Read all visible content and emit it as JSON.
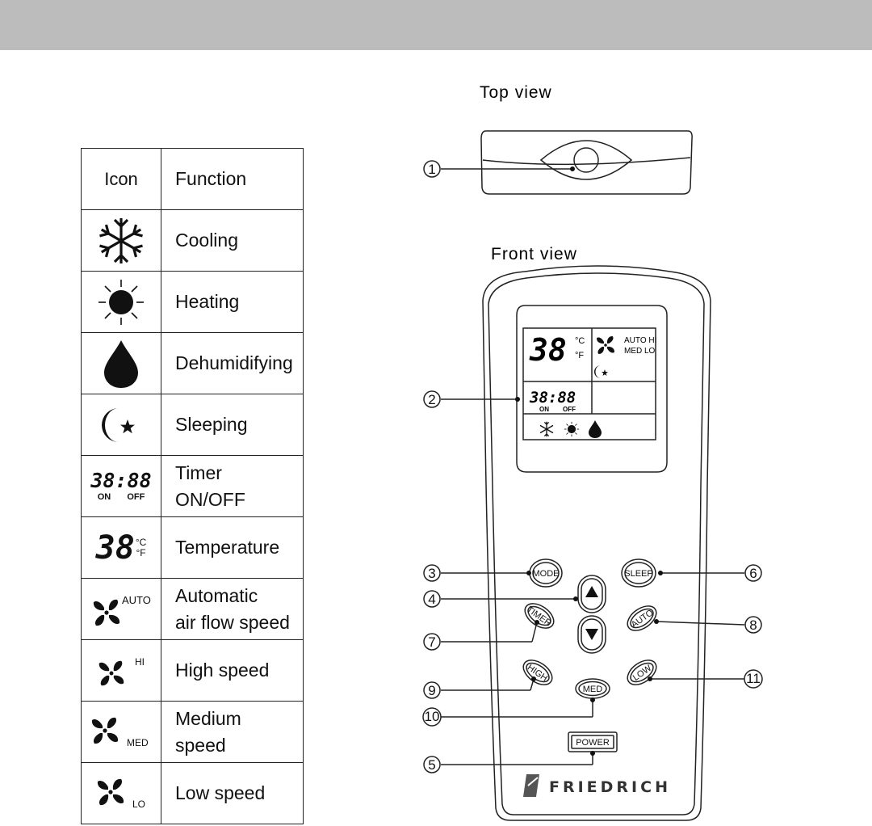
{
  "table": {
    "header": {
      "icon": "Icon",
      "function": "Function"
    },
    "rows": [
      {
        "icon": "snowflake-icon",
        "function": "Cooling"
      },
      {
        "icon": "sun-icon",
        "function": "Heating"
      },
      {
        "icon": "water-drop-icon",
        "function": "Dehumidifying"
      },
      {
        "icon": "moon-star-icon",
        "function": "Sleeping"
      },
      {
        "icon": "timer-display-icon",
        "function_line1": "Timer",
        "function_line2": "ON/OFF",
        "digits": "38:88",
        "on": "ON",
        "off": "OFF"
      },
      {
        "icon": "temperature-display-icon",
        "function": "Temperature",
        "digits": "38",
        "unit_c": "°C",
        "unit_f": "°F"
      },
      {
        "icon": "fan-auto-icon",
        "function_line1": "Automatic",
        "function_line2": "air flow speed",
        "speed_label": "AUTO"
      },
      {
        "icon": "fan-high-icon",
        "function": "High speed",
        "speed_label": "HI"
      },
      {
        "icon": "fan-medium-icon",
        "function_line1": "Medium",
        "function_line2": "speed",
        "speed_label": "MED"
      },
      {
        "icon": "fan-low-icon",
        "function": "Low speed",
        "speed_label": "LO"
      }
    ]
  },
  "diagram": {
    "top_view_label": "Top view",
    "front_view_label": "Front view",
    "lcd": {
      "temp_digits": "38",
      "unit_c": "°C",
      "unit_f": "°F",
      "auto_hi": "AUTO HI",
      "med_lo": "MED  LO",
      "timer_digits": "38:88",
      "on": "ON",
      "off": "OFF"
    },
    "buttons": {
      "mode": "MODE",
      "sleep": "SLEEP",
      "timer": "TIMER",
      "auto": "AUTO",
      "high": "HIGH",
      "low": "LOW",
      "med": "MED",
      "power": "POWER"
    },
    "brand": "FRIEDRICH",
    "callouts": [
      "1",
      "2",
      "3",
      "4",
      "5",
      "6",
      "7",
      "8",
      "9",
      "10",
      "11"
    ]
  }
}
